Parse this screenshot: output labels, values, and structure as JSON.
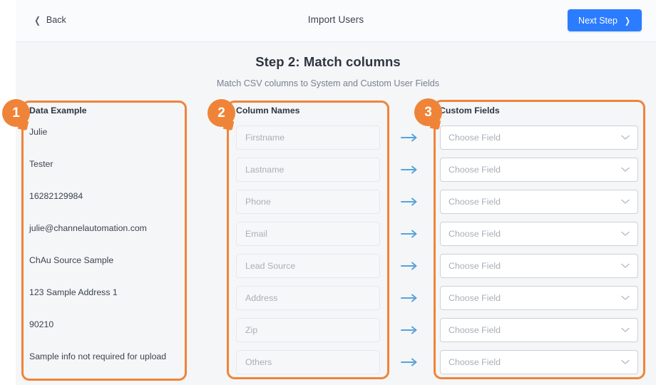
{
  "header": {
    "back_label": "Back",
    "back_icon": "chevron-left-icon",
    "title": "Import Users",
    "next_label": "Next Step",
    "next_icon": "chevron-right-icon",
    "next_color": "#2b7cff"
  },
  "page": {
    "step_title": "Step 2: Match columns",
    "step_subtitle": "Match CSV columns to System and Custom User Fields"
  },
  "annotations": {
    "color": "#ef8439",
    "badges": [
      "1",
      "2",
      "3"
    ]
  },
  "columns": {
    "data_example": {
      "heading": "Data Example",
      "rows": [
        "Julie",
        "Tester",
        "16282129984",
        "julie@channelautomation.com",
        "ChAu Source Sample",
        "123 Sample Address 1",
        "90210",
        "Sample info not required for upload"
      ]
    },
    "column_names": {
      "heading": "Column Names",
      "arrow_icon": "arrow-right-icon",
      "arrow_color": "#5aa3db",
      "inputs": [
        {
          "value": "",
          "placeholder": "Firstname"
        },
        {
          "value": "",
          "placeholder": "Lastname"
        },
        {
          "value": "",
          "placeholder": "Phone"
        },
        {
          "value": "",
          "placeholder": "Email"
        },
        {
          "value": "",
          "placeholder": "Lead Source"
        },
        {
          "value": "",
          "placeholder": "Address"
        },
        {
          "value": "",
          "placeholder": "Zip"
        },
        {
          "value": "",
          "placeholder": "Others"
        }
      ]
    },
    "custom_fields": {
      "heading": "Custom Fields",
      "caret_icon": "chevron-down-icon",
      "selects": [
        {
          "value": "Choose Field"
        },
        {
          "value": "Choose Field"
        },
        {
          "value": "Choose Field"
        },
        {
          "value": "Choose Field"
        },
        {
          "value": "Choose Field"
        },
        {
          "value": "Choose Field"
        },
        {
          "value": "Choose Field"
        },
        {
          "value": "Choose Field"
        }
      ]
    }
  }
}
